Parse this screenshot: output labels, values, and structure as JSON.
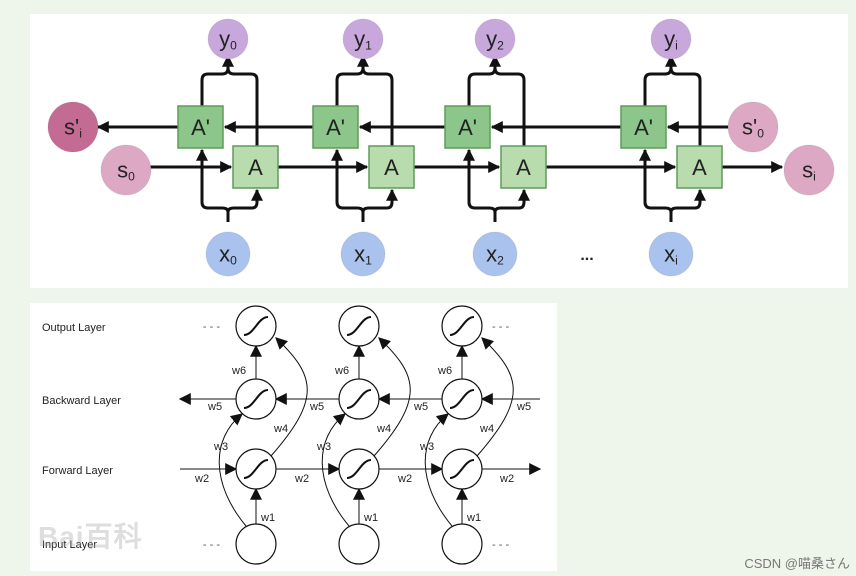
{
  "top_diagram": {
    "outputs": [
      {
        "base": "y",
        "sub": "0"
      },
      {
        "base": "y",
        "sub": "1"
      },
      {
        "base": "y",
        "sub": "2"
      },
      {
        "base": "y",
        "sub": "i"
      }
    ],
    "inputs": [
      {
        "base": "x",
        "sub": "0"
      },
      {
        "base": "x",
        "sub": "1"
      },
      {
        "base": "x",
        "sub": "2"
      },
      {
        "base": "x",
        "sub": "i"
      }
    ],
    "forward_cell_label": "A",
    "backward_cell_label": "A'",
    "state_left_out": {
      "base": "s'",
      "sub": "i"
    },
    "state_left_in": {
      "base": "s",
      "sub": "0"
    },
    "state_right_in": {
      "base": "s'",
      "sub": "0"
    },
    "state_right_out": {
      "base": "s",
      "sub": "i"
    },
    "ellipsis": "...",
    "colors": {
      "cell_backward": "#8cc68a",
      "cell_forward": "#b9dcaf",
      "cell_border": "#5e9b58",
      "output_node": "#c8a8dc",
      "input_node": "#a9c2ee",
      "state_out": "#c46b93",
      "state_in": "#dca8c4"
    }
  },
  "bottom_diagram": {
    "layers": {
      "output": "Output Layer",
      "backward": "Backward Layer",
      "forward": "Forward Layer",
      "input": "Input Layer"
    },
    "weights": {
      "w1": "w1",
      "w2": "w2",
      "w3": "w3",
      "w4": "w4",
      "w5": "w5",
      "w6": "w6"
    },
    "dots": "- - -"
  },
  "watermark": "Bai百科",
  "credit": "CSDN @喵桑さん"
}
